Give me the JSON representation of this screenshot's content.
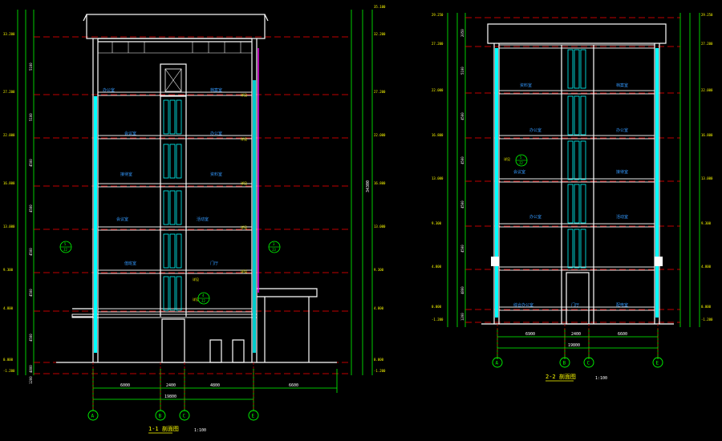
{
  "colors": {
    "background": "#000000",
    "wall": "#ffffff",
    "dimension": "#00ff00",
    "level_line": "#ff0000",
    "glass": "#00ffff",
    "room_label": "#3399ff",
    "note": "#ffff00",
    "pipe": "#ff00ff"
  },
  "left_section": {
    "title": "1-1 剖面图",
    "scale": "1:100",
    "left_elevations": [
      "33.200",
      "27.200",
      "22.000",
      "16.800",
      "13.000",
      "9.300",
      "4.800",
      "0.000",
      "-1.200"
    ],
    "right_elevations": [
      "35.100",
      "32.200",
      "27.200",
      "22.000",
      "16.800",
      "13.000",
      "9.300",
      "4.800",
      "0.000",
      "-1.200"
    ],
    "floor_dims": [
      "5100",
      "5100",
      "4500",
      "4500",
      "4500",
      "4500",
      "4500",
      "4800",
      "1200"
    ],
    "total_height": "34300",
    "axes": [
      "A",
      "B",
      "C",
      "E"
    ],
    "bay_dims": [
      "6000",
      "2400",
      "4800",
      "6600"
    ],
    "overall_dim": "19800",
    "rooms": [
      "办公室",
      "档案室",
      "会议室",
      "办公室",
      "接待室",
      "资料室",
      "会议室",
      "活动室",
      "值班室",
      "门厅"
    ],
    "notes": [
      "详见",
      "详见",
      "详见",
      "详见",
      "详见",
      "详见",
      "详见"
    ],
    "callouts": [
      {
        "num": "5",
        "sheet": "J2"
      },
      {
        "num": "3",
        "sheet": "J3"
      },
      {
        "num": "4",
        "sheet": "J2"
      }
    ]
  },
  "right_section": {
    "title": "2-2 剖面图",
    "scale": "1:100",
    "left_elevations": [
      "29.250",
      "27.200",
      "22.000",
      "16.800",
      "13.000",
      "9.300",
      "4.800",
      "0.000",
      "-1.200"
    ],
    "right_elevations": [
      "29.250",
      "27.200",
      "22.000",
      "16.800",
      "13.000",
      "9.300",
      "4.800",
      "0.000",
      "-1.200"
    ],
    "floor_dims": [
      "2050",
      "5100",
      "4500",
      "4500",
      "4500",
      "4500",
      "4800",
      "1200"
    ],
    "axes": [
      "A",
      "B",
      "C",
      "E"
    ],
    "bay_dims": [
      "6900",
      "2400",
      "6600"
    ],
    "overall_dim": "19800",
    "rooms": [
      "资料室",
      "档案室",
      "办公室",
      "办公室",
      "会议室",
      "接待室",
      "办公室",
      "活动室",
      "综合办公室",
      "门厅",
      "配电室"
    ],
    "notes": [
      "详见"
    ],
    "callouts": [
      {
        "num": "5",
        "sheet": "J2"
      }
    ]
  }
}
